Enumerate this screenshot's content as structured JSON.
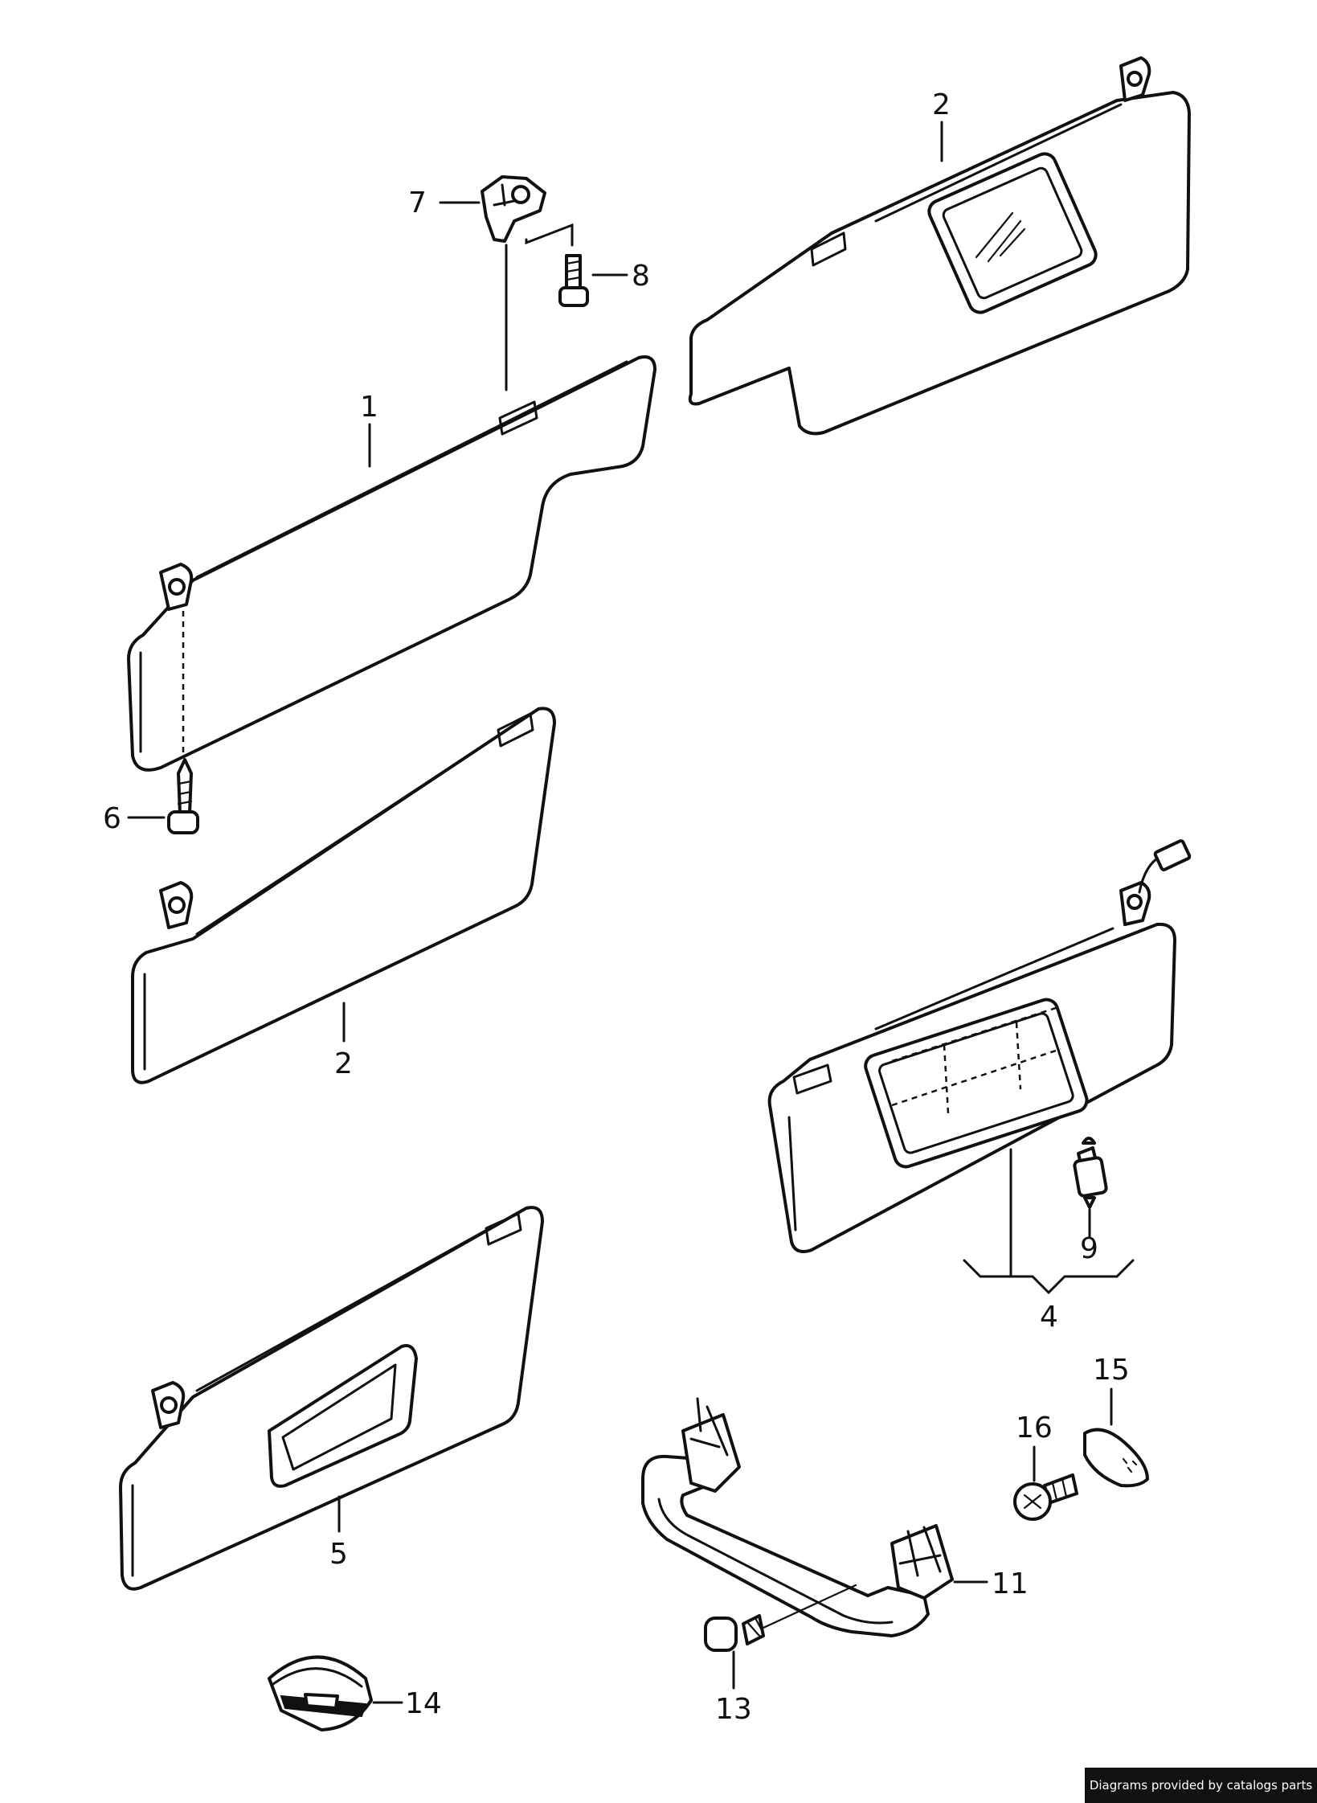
{
  "callouts": {
    "c1": "1",
    "c2a": "2",
    "c2b": "2",
    "c4": "4",
    "c5": "5",
    "c6": "6",
    "c7": "7",
    "c8": "8",
    "c9": "9",
    "c11": "11",
    "c13": "13",
    "c14": "14",
    "c15": "15",
    "c16": "16"
  },
  "footer": {
    "credit": "Diagrams provided by catalogs parts"
  }
}
